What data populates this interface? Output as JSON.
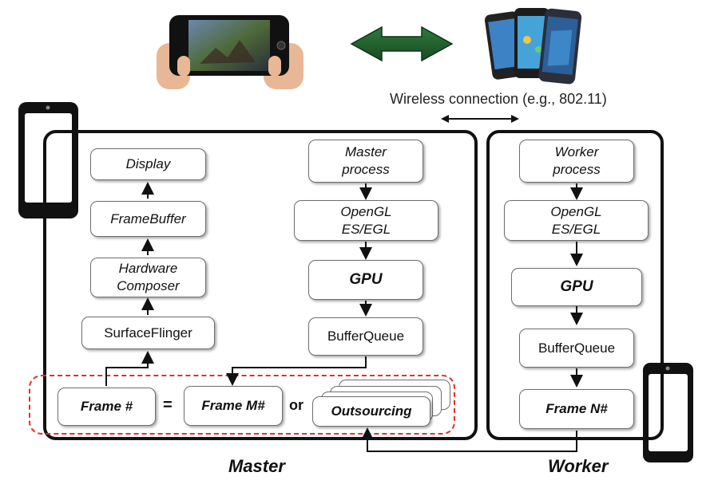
{
  "wireless_label": "Wireless connection (e.g., 802.11)",
  "master": {
    "label": "Master",
    "display": "Display",
    "framebuffer": "FrameBuffer",
    "hw_composer_line1": "Hardware",
    "hw_composer_line2": "Composer",
    "surfaceflinger": "SurfaceFlinger",
    "process_line1": "Master",
    "process_line2": "process",
    "opengl_line1": "OpenGL",
    "opengl_line2": "ES/EGL",
    "gpu": "GPU",
    "bufferqueue": "BufferQueue",
    "frame": "Frame #",
    "equals": "=",
    "frame_m": "Frame M#",
    "or": "or",
    "outsourcing": "Outsourcing"
  },
  "worker": {
    "label": "Worker",
    "process_line1": "Worker",
    "process_line2": "process",
    "opengl_line1": "OpenGL",
    "opengl_line2": "ES/EGL",
    "gpu": "GPU",
    "bufferqueue": "BufferQueue",
    "frame_n": "Frame N#"
  },
  "images": {
    "game_phone": "hand-held-phone-playing-game",
    "double_arrow": "green-double-arrow-icon",
    "worker_phones": "group-of-smartphones"
  },
  "colors": {
    "dashed_border": "#e0302a",
    "arrow_green": "#1f5a2a",
    "container_border": "#111111"
  }
}
